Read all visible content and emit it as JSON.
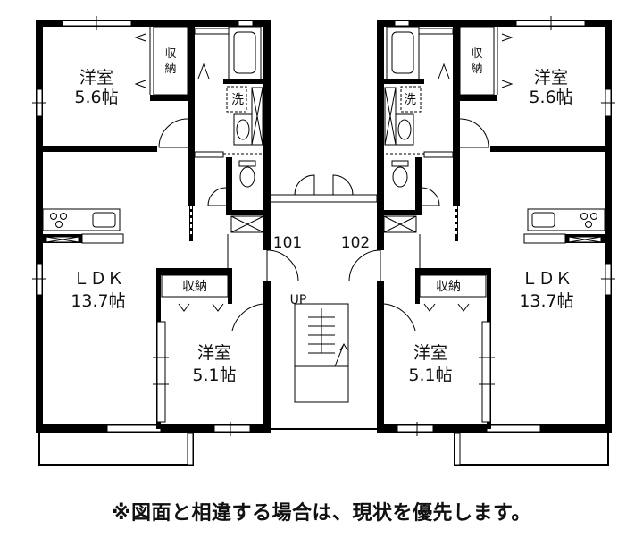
{
  "units": [
    {
      "number": "101",
      "bedroom_top": {
        "name": "洋室",
        "size": "5.6帖"
      },
      "closet_top": "収納",
      "washroom": "洗",
      "ldk": {
        "name": "ＬＤＫ",
        "size": "13.7帖"
      },
      "closet_mid": "収納",
      "bedroom_bottom": {
        "name": "洋室",
        "size": "5.1帖"
      }
    },
    {
      "number": "102",
      "bedroom_top": {
        "name": "洋室",
        "size": "5.6帖"
      },
      "closet_top": "収納",
      "washroom": "洗",
      "ldk": {
        "name": "ＬＤＫ",
        "size": "13.7帖"
      },
      "closet_mid": "収納",
      "bedroom_bottom": {
        "name": "洋室",
        "size": "5.1帖"
      }
    }
  ],
  "stairs_label": "UP",
  "note": "※図面と相違する場合は、現状を優先します。"
}
